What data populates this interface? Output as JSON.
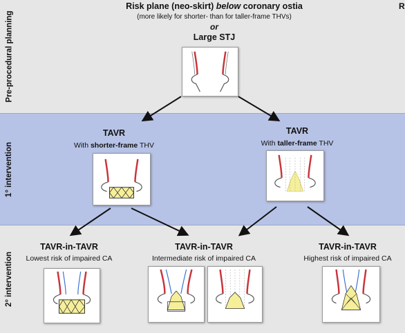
{
  "pre": {
    "label": "Pre-procedural planning",
    "title_pre": "Risk plane (neo-skirt) ",
    "title_em": "below",
    "title_post": " coronary ostia",
    "subtitle": "(more likely for shorter- than for taller-frame THVs)",
    "or": "or",
    "large_stj": "Large STJ",
    "corner_letter": "R"
  },
  "first": {
    "label": "1° intervention",
    "left": {
      "title": "TAVR",
      "sub_pre": "With ",
      "sub_bold": "shorter-frame",
      "sub_post": " THV"
    },
    "right": {
      "title": "TAVR",
      "sub_pre": "With ",
      "sub_bold": "taller-frame",
      "sub_post": " THV"
    }
  },
  "second": {
    "label": "2° intervention",
    "left": {
      "title": "TAVR-in-TAVR",
      "sub": "Lowest risk of impaired CA"
    },
    "middle": {
      "title": "TAVR-in-TAVR",
      "sub": "Intermediate risk of impaired CA"
    },
    "right": {
      "title": "TAVR-in-TAVR",
      "sub": "Highest risk of impaired CA"
    }
  },
  "colors": {
    "band_pre": "#e6e6e6",
    "band_first": "#b7c3e6",
    "band_second": "#e6e6e6",
    "aorta_red": "#c8333a",
    "coronary_blue": "#3a6fd0",
    "valve_yellow": "#f6ef9a"
  }
}
